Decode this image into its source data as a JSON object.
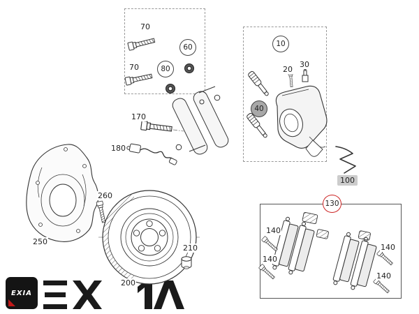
{
  "watermark": {
    "logo_text": "EXIA"
  },
  "colors": {
    "line": "#333333",
    "accent_red": "#cc2222",
    "callout_gray_fill": "#a8a8a8",
    "label_gray_bg": "#cccccc"
  },
  "parts": {
    "p70a": "70",
    "p70b": "70",
    "p60": "60",
    "p80": "80",
    "p170": "170",
    "p180": "180",
    "p250": "250",
    "p260": "260",
    "p200": "200",
    "p210": "210",
    "p10": "10",
    "p20": "20",
    "p30": "30",
    "p40": "40",
    "p100": "100",
    "p130": "130",
    "p140a": "140",
    "p140b": "140",
    "p140c": "140",
    "p140d": "140"
  }
}
